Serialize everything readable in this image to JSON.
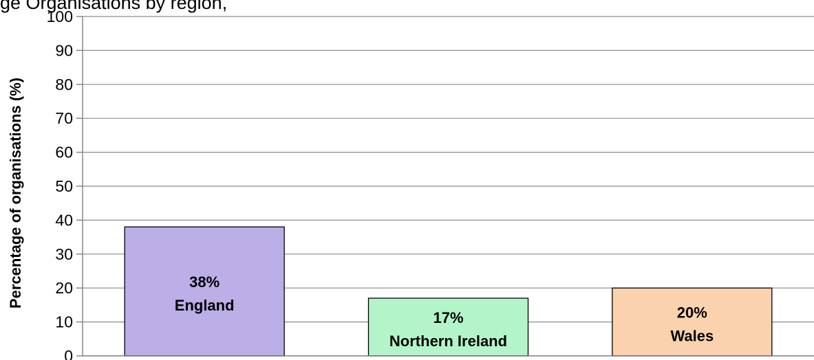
{
  "chart_data": {
    "type": "bar",
    "title_fragment": "g... … organisations by region, …",
    "ylabel": "Percentage of organisations (%)",
    "xlabel": "",
    "ylim": [
      0,
      100
    ],
    "yticks": [
      0,
      10,
      20,
      30,
      40,
      50,
      60,
      70,
      80,
      90,
      100
    ],
    "grid": true,
    "legend": "none",
    "categories": [
      "England",
      "Northern Ireland",
      "Wales"
    ],
    "values": [
      38,
      17,
      20
    ],
    "value_labels": [
      "38%",
      "17%",
      "20%"
    ],
    "colors": [
      "#bcaee6",
      "#b3f5c9",
      "#fad2ae"
    ]
  }
}
